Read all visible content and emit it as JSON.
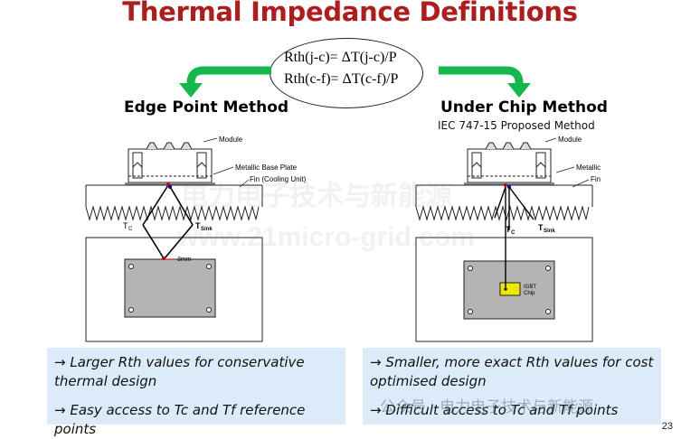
{
  "slide": {
    "title": "Thermal Impedance Definitions",
    "formulas": [
      "Rth(j-c)= ΔT(j-c)/P",
      "Rth(c-f)= ΔT(c-f)/P"
    ],
    "page_number": "23",
    "arrow_color": "#12b84a",
    "title_color": "#b01c1c"
  },
  "left": {
    "title": "Edge Point Method",
    "labels": {
      "module": "Module",
      "base_plate": "Metallic Base Plate",
      "fin": "Fin (Cooling Unit)",
      "tc": "T",
      "tc_sub": "C",
      "tsink": "T",
      "tsink_sub": "Sink",
      "dist": "3mm"
    },
    "bullets": [
      "→ Larger Rth values for conservative thermal design",
      "→ Easy access to Tc and Tf reference points"
    ]
  },
  "right": {
    "title": "Under Chip Method",
    "subtitle": "IEC 747-15 Proposed Method",
    "labels": {
      "module": "Module",
      "base_plate": "Metallic",
      "fin": "Fin",
      "tc": "T",
      "tc_sub": "C",
      "tsink": "T",
      "tsink_sub": "Sink",
      "chip_line1": "IGBT",
      "chip_line2": "Chip"
    },
    "bullets": [
      "→ Smaller, more exact Rth values for cost optimised design",
      "→ Difficult access to Tc and Tf points"
    ]
  },
  "watermark": {
    "cn": "电力电子技术与新能源",
    "url": "www.21micro-grid.com",
    "wechat": "公众号 · 电力电子技术与新能源"
  }
}
